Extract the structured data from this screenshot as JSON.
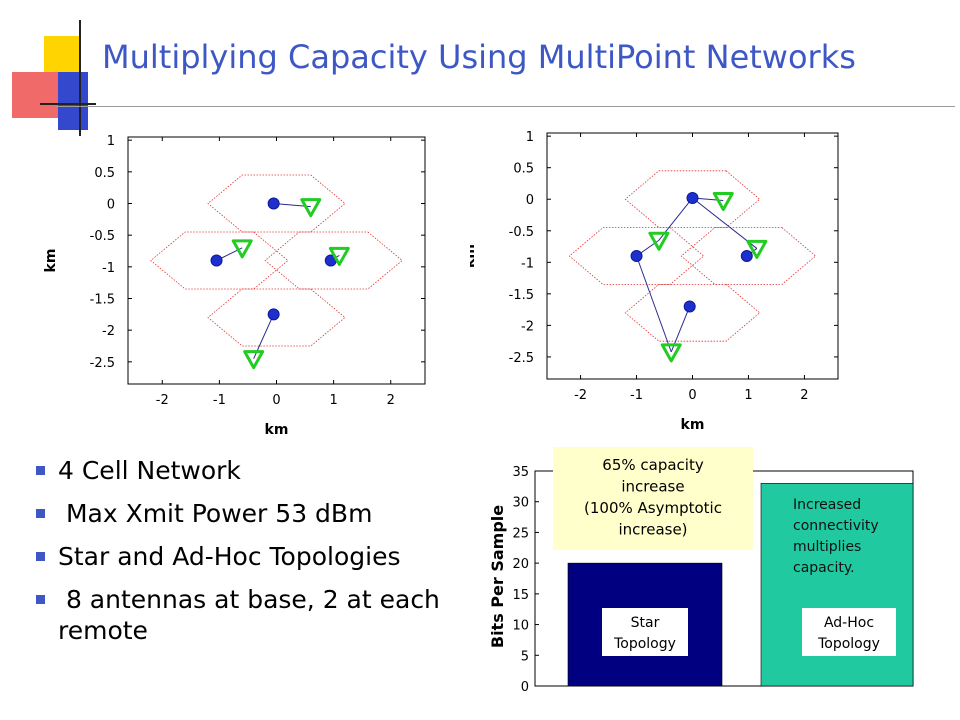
{
  "slide": {
    "title": "Multiplying Capacity Using MultiPoint Networks",
    "bullets": [
      "4 Cell Network",
      " Max Xmit Power 53 dBm",
      "Star and Ad-Hoc Topologies",
      " 8 antennas at base, 2 at each remote"
    ]
  },
  "colors": {
    "title": "#3d57c5",
    "bullet": "#3d57c5",
    "cell_boundary": "#e03030",
    "base_station": "#1d2fcc",
    "remote": "#22cc22",
    "link": "#2a2a90",
    "star_bar": "#000080",
    "adhoc_bar": "#20c9a0",
    "callout_bg": "#ffffcc"
  },
  "chart_data": [
    {
      "type": "scatter",
      "name": "star-topology-map",
      "xlabel": "km",
      "ylabel": "km",
      "xlim": [
        -2.6,
        2.6
      ],
      "ylim": [
        -2.85,
        1.05
      ],
      "xticks": [
        -2,
        -1,
        0,
        1,
        2
      ],
      "yticks": [
        1,
        0.5,
        0,
        -0.5,
        -1,
        -1.5,
        -2,
        -2.5
      ],
      "ytick_labels": [
        "1",
        "0.5",
        "0",
        "-0.5",
        "-1",
        "-1.5",
        "-2",
        "-2.5"
      ],
      "grid": false,
      "cells": [
        {
          "cx": 0,
          "cy": 0
        },
        {
          "cx": -1,
          "cy": -0.9
        },
        {
          "cx": 1,
          "cy": -0.9
        },
        {
          "cx": 0,
          "cy": -1.8
        }
      ],
      "base_stations": [
        {
          "x": -0.05,
          "y": 0
        },
        {
          "x": -1.05,
          "y": -0.9
        },
        {
          "x": 0.95,
          "y": -0.9
        },
        {
          "x": -0.05,
          "y": -1.75
        }
      ],
      "remotes": [
        {
          "x": 0.6,
          "y": -0.05
        },
        {
          "x": -0.6,
          "y": -0.7
        },
        {
          "x": 1.1,
          "y": -0.82
        },
        {
          "x": -0.4,
          "y": -2.45
        }
      ],
      "links": [
        [
          0,
          0
        ],
        [
          1,
          1
        ],
        [
          2,
          2
        ],
        [
          3,
          3
        ]
      ]
    },
    {
      "type": "scatter",
      "name": "adhoc-topology-map",
      "xlabel": "km",
      "ylabel": "km",
      "xlim": [
        -2.6,
        2.6
      ],
      "ylim": [
        -2.85,
        1.05
      ],
      "xticks": [
        -2,
        -1,
        0,
        1,
        2
      ],
      "yticks": [
        1,
        0.5,
        0,
        -0.5,
        -1,
        -1.5,
        -2,
        -2.5
      ],
      "ytick_labels": [
        "1",
        "0.5",
        "0",
        "-0.5",
        "-1",
        "-1.5",
        "-2",
        "-2.5"
      ],
      "grid": false,
      "cells": [
        {
          "cx": 0,
          "cy": 0
        },
        {
          "cx": -1,
          "cy": -0.9
        },
        {
          "cx": 1,
          "cy": -0.9
        },
        {
          "cx": 0,
          "cy": -1.8
        }
      ],
      "base_stations": [
        {
          "x": 0,
          "y": 0.02
        },
        {
          "x": -1,
          "y": -0.9
        },
        {
          "x": 0.97,
          "y": -0.9
        },
        {
          "x": -0.05,
          "y": -1.7
        }
      ],
      "remotes": [
        {
          "x": 0.55,
          "y": -0.02
        },
        {
          "x": -0.6,
          "y": -0.65
        },
        {
          "x": 1.15,
          "y": -0.78
        },
        {
          "x": -0.38,
          "y": -2.42
        }
      ],
      "links": [
        [
          0,
          0
        ],
        [
          0,
          1
        ],
        [
          0,
          2
        ],
        [
          1,
          1
        ],
        [
          1,
          3
        ],
        [
          2,
          2
        ],
        [
          3,
          3
        ]
      ]
    },
    {
      "type": "bar",
      "name": "capacity-bar-chart",
      "ylabel": "Bits Per Sample",
      "ylim": [
        0,
        35
      ],
      "yticks": [
        0,
        5,
        10,
        15,
        20,
        25,
        30,
        35
      ],
      "categories": [
        "Star Topology",
        "Ad-Hoc Topology"
      ],
      "category_lines": [
        [
          "Star",
          "Topology"
        ],
        [
          "Ad-Hoc",
          "Topology"
        ]
      ],
      "values": [
        20,
        33
      ],
      "callout": [
        "65% capacity",
        "increase",
        "(100% Asymptotic",
        "increase)"
      ],
      "annotation": [
        "Increased",
        "connectivity",
        "multiplies",
        "capacity."
      ]
    }
  ]
}
